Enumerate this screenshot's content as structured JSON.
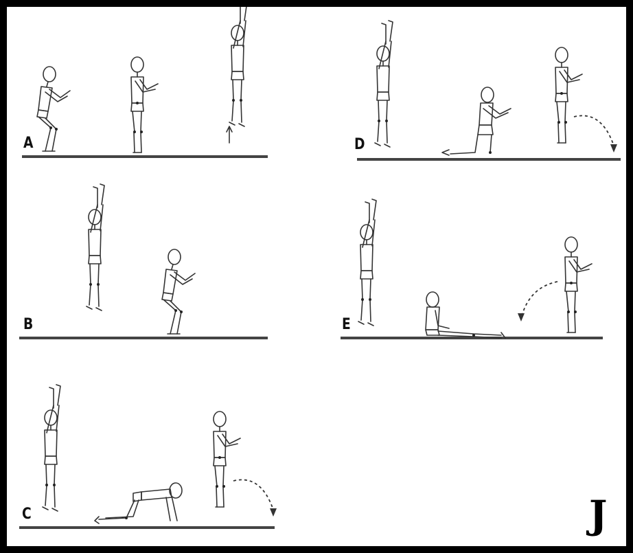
{
  "panels": [
    {
      "id": "A",
      "label": "A"
    },
    {
      "id": "B",
      "label": "B"
    },
    {
      "id": "C",
      "label": "C"
    },
    {
      "id": "D",
      "label": "D"
    },
    {
      "id": "E",
      "label": "E"
    }
  ],
  "corner_label": "J",
  "colors": {
    "frame": "#000000",
    "background": "#ffffff",
    "ground": "#444444",
    "figure_stroke": "#333333"
  }
}
